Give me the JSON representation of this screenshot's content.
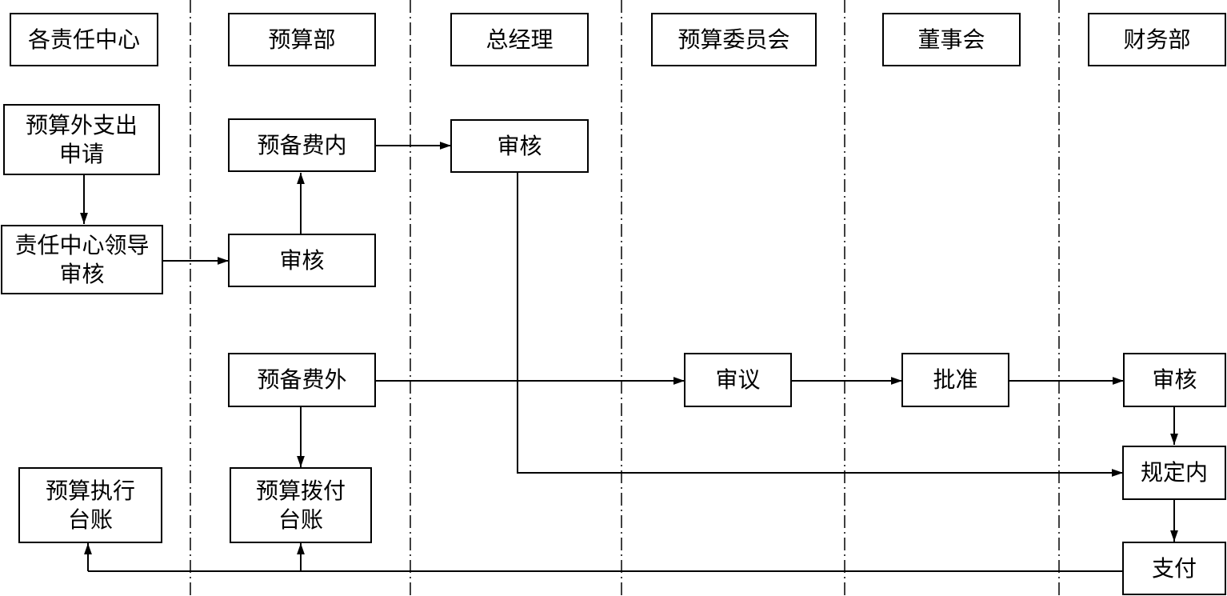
{
  "lanes": [
    {
      "id": "centers",
      "label": "各责任中心"
    },
    {
      "id": "budget",
      "label": "预算部"
    },
    {
      "id": "gm",
      "label": "总经理"
    },
    {
      "id": "committee",
      "label": "预算委员会"
    },
    {
      "id": "board",
      "label": "董事会"
    },
    {
      "id": "finance",
      "label": "财务部"
    }
  ],
  "nodes": {
    "apply": {
      "lines": [
        "预算外支出",
        "申请"
      ]
    },
    "center_review": {
      "lines": [
        "责任中心领导",
        "审核"
      ]
    },
    "exec_ledger": {
      "lines": [
        "预算执行",
        "台账"
      ]
    },
    "within_reserve": {
      "lines": [
        "预备费内"
      ]
    },
    "budget_review": {
      "lines": [
        "审核"
      ]
    },
    "beyond_reserve": {
      "lines": [
        "预备费外"
      ]
    },
    "alloc_ledger": {
      "lines": [
        "预算拨付",
        "台账"
      ]
    },
    "gm_review": {
      "lines": [
        "审核"
      ]
    },
    "deliberate": {
      "lines": [
        "审议"
      ]
    },
    "approve": {
      "lines": [
        "批准"
      ]
    },
    "fin_review": {
      "lines": [
        "审核"
      ]
    },
    "within_rules": {
      "lines": [
        "规定内"
      ]
    },
    "pay": {
      "lines": [
        "支付"
      ]
    }
  }
}
